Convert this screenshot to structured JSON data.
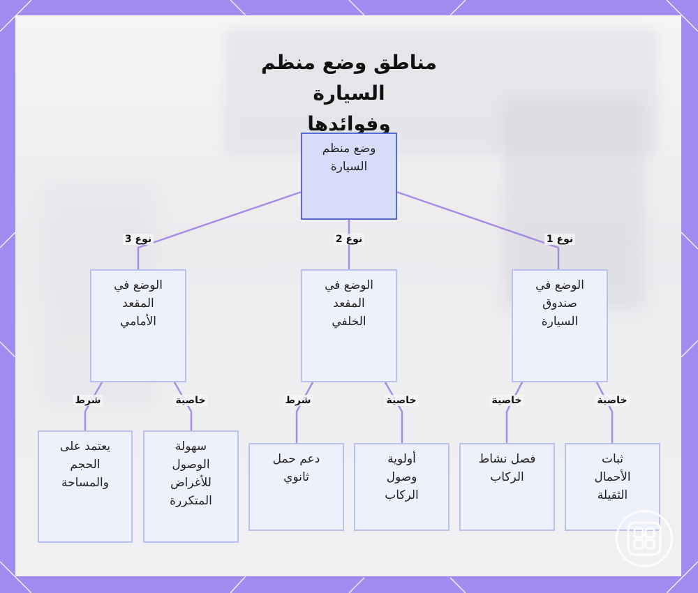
{
  "title_lines": [
    "مناطق وضع منظم السيارة",
    "وفوائدها"
  ],
  "nodes": {
    "root": "وضع منظم\nالسيارة",
    "front": "الوضع في\nالمقعد\nالأمامي",
    "back": "الوضع في\nالمقعد\nالخلفي",
    "trunk": "الوضع في\nصندوق\nالسيارة",
    "f_cond": "يعتمد على\nالحجم\nوالمساحة",
    "f_feat": "سهولة\nالوصول\nللأغراض\nالمتكررة",
    "b_cond": "دعم حمل\nثانوي",
    "b_feat": "أولوية\nوصول\nالركاب",
    "t_feat1": "فصل نشاط\nالركاب",
    "t_feat2": "ثبات\nالأحمال\nالثقيلة"
  },
  "edge_labels": {
    "type3": "نوع 3",
    "type2": "نوع 2",
    "type1": "نوع 1",
    "f_cond": "شرط",
    "f_feat": "خاصية",
    "b_cond": "شرط",
    "b_feat": "خاصية",
    "t_feat1": "خاصية",
    "t_feat2": "خاصية"
  },
  "colors": {
    "frame": "#a38cf0",
    "edge": "#a98ce6",
    "node_fill": "#eef0fc",
    "node_border": "#b9c2ef",
    "root_fill": "#d8dcfb",
    "root_border": "#5b6ad0"
  },
  "badge_icon": "grid-logo-icon"
}
